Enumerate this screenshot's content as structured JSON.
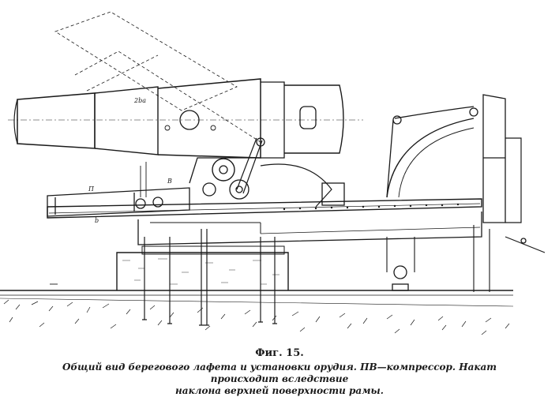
{
  "figure": {
    "label": "Фиг. 15.",
    "caption_line1": "Общий вид берегового лафета и установки орудия. ПВ—компрессор. Накат происходит вследствие",
    "caption_line2": "наклона верхней поверхности рамы.",
    "annotations": {
      "label_a": "2ba",
      "label_p": "П",
      "label_v": "В",
      "label_b": "b"
    }
  },
  "colors": {
    "ink": "#1a1a1a",
    "paper": "#ffffff",
    "hatch": "#333333"
  }
}
